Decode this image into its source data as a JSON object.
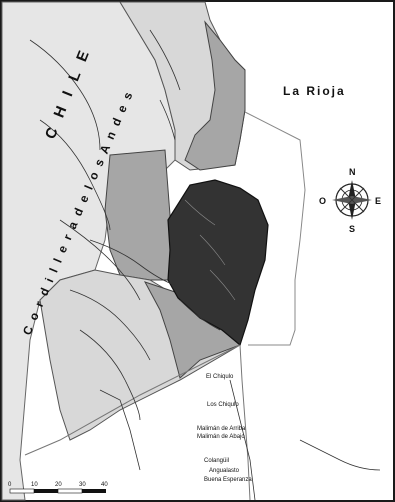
{
  "map": {
    "labels": {
      "country_west": "C H I L E",
      "province_east": "La Rioja",
      "cordillera": "C o r d i l l e r a   d e   l o s   A n d e s"
    },
    "compass": {
      "north": "N",
      "south": "S",
      "east": "E",
      "west": "O"
    },
    "places": [
      "El Chiqulo",
      "Los Chiqulo",
      "Malimán de Arriba",
      "Malimán de Abajo",
      "Colangüil",
      "Angualasto",
      "Buena Esperanza"
    ],
    "scale": {
      "ticks": [
        "0",
        "10",
        "20",
        "30",
        "40"
      ]
    },
    "colors": {
      "light_region": "#d8d8d8",
      "medium_region": "#a6a6a6",
      "dark_region": "#333333",
      "white_region": "#f7f7f7"
    }
  }
}
